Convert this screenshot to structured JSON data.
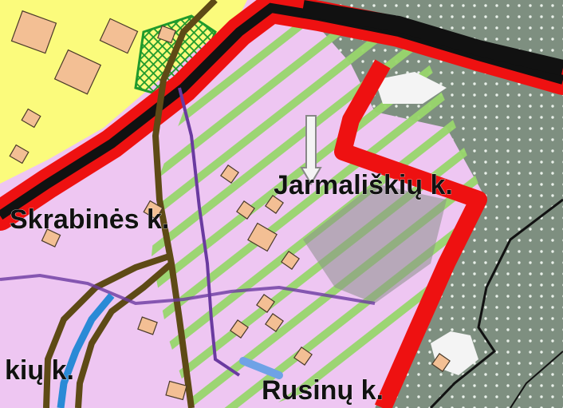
{
  "map": {
    "labels": {
      "skrabines": "Skrabinės k.",
      "jarmaliskiu": "Jarmališkių k.",
      "rusinu": "Rusinų k.",
      "kiu": "kių k."
    },
    "colors": {
      "residential": "#eec6f2",
      "agricultural": "#fbfb7c",
      "forest": "#7e8f80",
      "forest_dots": "#eaf1ea",
      "green_stripe": "#98d66c",
      "main_road": "#ee1111",
      "road_dark": "#111111",
      "brown_road": "#5e4a16",
      "purple_path": "#6a3aa0",
      "stream": "#2a8ad6",
      "pond": "#6fa2e6",
      "building": "#f3bf94",
      "boundary": "#111111"
    },
    "icons": [
      "down-arrow-marker-icon"
    ]
  }
}
